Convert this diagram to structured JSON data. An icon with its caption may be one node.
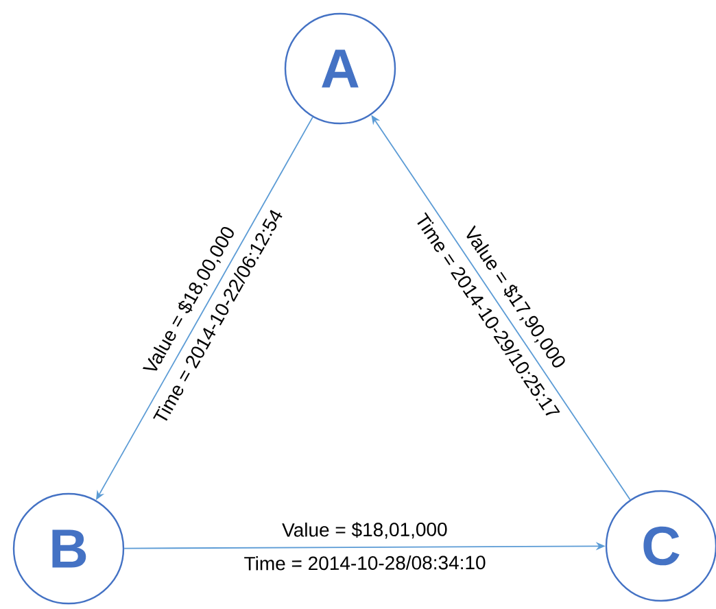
{
  "diagram": {
    "nodes": [
      {
        "text": [
          "A"
        ]
      },
      {
        "text": [
          "B"
        ]
      },
      {
        "text": [
          "C"
        ]
      }
    ],
    "edges": [
      {
        "from": 0,
        "to": 1,
        "arrow": "to",
        "label": "Value = $18,00,000"
      },
      {
        "from": 1,
        "to": 2,
        "arrow": "to",
        "label": "Value = $18,01,000"
      },
      {
        "from": 2,
        "to": 0,
        "arrow": "to",
        "label": "Value = $17,90,000"
      }
    ],
    "labels": [
      "Time = 2014-10-22/06:12:54",
      "Time = 2014-10-28/08:34:10",
      "Time = 2014-10-29/10:25:17"
    ]
  }
}
